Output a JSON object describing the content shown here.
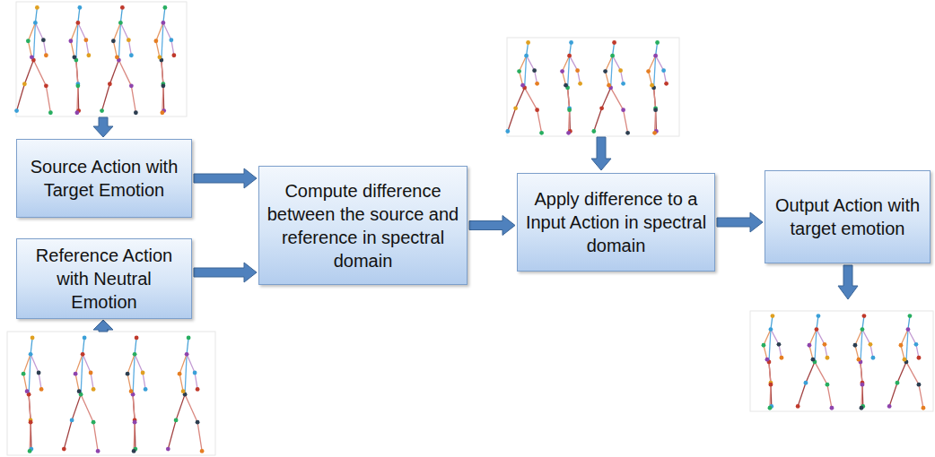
{
  "diagram": {
    "nodes": [
      {
        "text": [
          "Source Action with Target Emotion"
        ]
      },
      {
        "text": [
          "Reference Action with Neutral Emotion"
        ]
      },
      {
        "text": [
          "Compute difference between the source and reference in spectral domain"
        ]
      },
      {
        "text": [
          "Apply difference to a Input Action in spectral domain"
        ]
      },
      {
        "text": [
          "Output Action with target emotion"
        ]
      }
    ],
    "edges": [
      {
        "from": 0,
        "to": 2,
        "arrow": "to"
      },
      {
        "from": 1,
        "to": 2,
        "arrow": "to"
      },
      {
        "from": 2,
        "to": 3,
        "arrow": "to"
      },
      {
        "from": 3,
        "to": 4,
        "arrow": "to"
      }
    ]
  }
}
